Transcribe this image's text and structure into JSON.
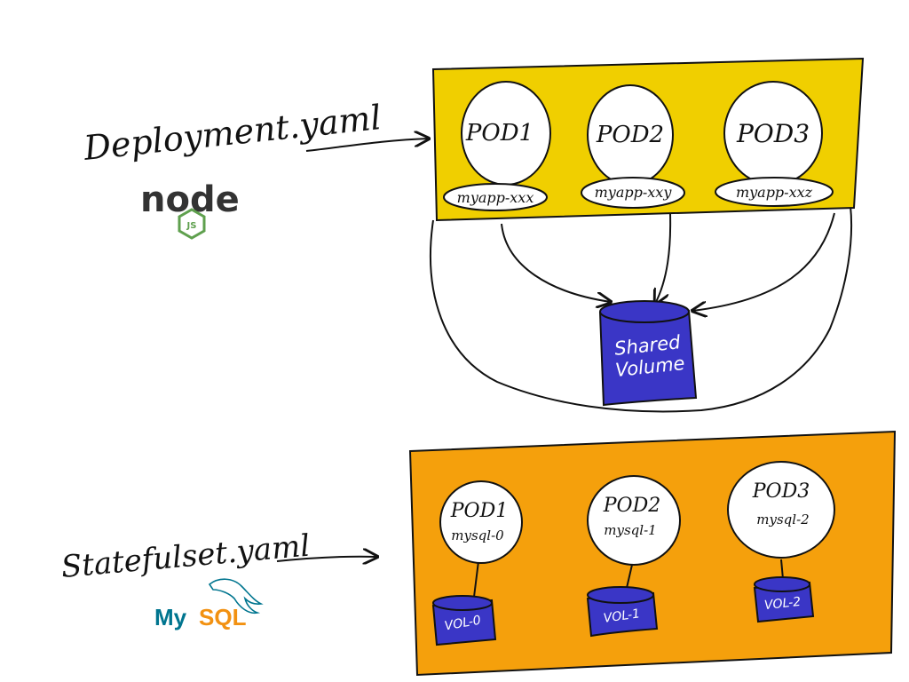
{
  "colors": {
    "deployment_fill": "#f0cf00",
    "statefulset_fill": "#f5a00c",
    "volume_fill": "#3a36c6",
    "stroke": "#111111",
    "node_green": "#5fa04e",
    "node_dark": "#333333",
    "mysql_blue": "#00758f",
    "mysql_orange": "#f29111"
  },
  "deployment": {
    "file_label": "Deployment.yaml",
    "pods": [
      {
        "name": "POD1",
        "id": "myapp-xxx"
      },
      {
        "name": "POD2",
        "id": "myapp-xxy"
      },
      {
        "name": "POD3",
        "id": "myapp-xxz"
      }
    ],
    "shared_volume": {
      "line1": "Shared",
      "line2": "Volume"
    }
  },
  "statefulset": {
    "file_label": "Statefulset.yaml",
    "pods": [
      {
        "name": "POD1",
        "id": "mysql-0",
        "volume": "VOL-0"
      },
      {
        "name": "POD2",
        "id": "mysql-1",
        "volume": "VOL-1"
      },
      {
        "name": "POD3",
        "id": "mysql-2",
        "volume": "VOL-2"
      }
    ]
  },
  "logos": {
    "node": {
      "word": "node",
      "badge": "JS",
      "icon": "nodejs-logo"
    },
    "mysql": {
      "my": "My",
      "sql": "SQL",
      "icon": "mysql-dolphin-logo"
    }
  }
}
